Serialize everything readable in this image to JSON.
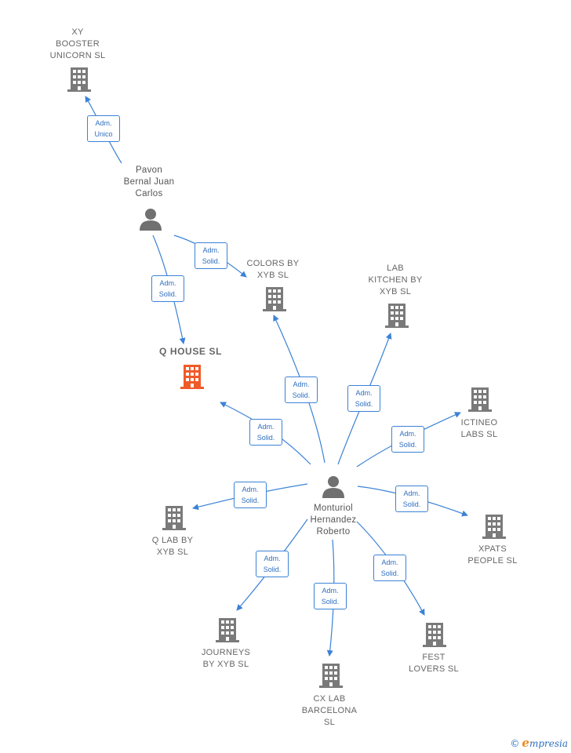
{
  "diagram": {
    "colors": {
      "edge": "#3b82d6",
      "building": "#7a7a7a",
      "building_main": "#f05a28",
      "person": "#707070"
    },
    "nodes": [
      {
        "id": "xy_booster",
        "type": "company",
        "label": "XY\nBOOSTER\nUNICORN  SL"
      },
      {
        "id": "pavon",
        "type": "person",
        "label": "Pavon\nBernal Juan\nCarlos"
      },
      {
        "id": "q_house",
        "type": "company_main",
        "label": "Q HOUSE  SL"
      },
      {
        "id": "colors_by_xyb",
        "type": "company",
        "label": "COLORS BY\nXYB  SL"
      },
      {
        "id": "lab_kitchen",
        "type": "company",
        "label": "LAB\nKITCHEN BY\nXYB  SL"
      },
      {
        "id": "ictineo",
        "type": "company",
        "label": "ICTINEO\nLABS  SL"
      },
      {
        "id": "monturiol",
        "type": "person",
        "label": "Monturiol\nHernandez\nRoberto"
      },
      {
        "id": "q_lab",
        "type": "company",
        "label": "Q LAB BY\nXYB  SL"
      },
      {
        "id": "xpats",
        "type": "company",
        "label": "XPATS\nPEOPLE  SL"
      },
      {
        "id": "journeys",
        "type": "company",
        "label": "JOURNEYS\nBY XYB  SL"
      },
      {
        "id": "cx_lab",
        "type": "company",
        "label": "CX LAB\nBARCELONA\nSL"
      },
      {
        "id": "fest_lovers",
        "type": "company",
        "label": "FEST\nLOVERS  SL"
      }
    ],
    "edges": [
      {
        "from": "pavon",
        "to": "xy_booster",
        "label": "Adm.\nUnico"
      },
      {
        "from": "pavon",
        "to": "colors_by_xyb",
        "label": "Adm.\nSolid."
      },
      {
        "from": "pavon",
        "to": "q_house",
        "label": "Adm.\nSolid."
      },
      {
        "from": "monturiol",
        "to": "colors_by_xyb",
        "label": "Adm.\nSolid."
      },
      {
        "from": "monturiol",
        "to": "lab_kitchen",
        "label": "Adm.\nSolid."
      },
      {
        "from": "monturiol",
        "to": "q_house",
        "label": "Adm.\nSolid."
      },
      {
        "from": "monturiol",
        "to": "ictineo",
        "label": "Adm.\nSolid."
      },
      {
        "from": "monturiol",
        "to": "q_lab",
        "label": "Adm.\nSolid."
      },
      {
        "from": "monturiol",
        "to": "xpats",
        "label": "Adm.\nSolid."
      },
      {
        "from": "monturiol",
        "to": "journeys",
        "label": "Adm.\nSolid."
      },
      {
        "from": "monturiol",
        "to": "cx_lab",
        "label": "Adm.\nSolid."
      },
      {
        "from": "monturiol",
        "to": "fest_lovers",
        "label": "Adm.\nSolid."
      }
    ]
  },
  "footer": {
    "copyright": "©",
    "brand_initial": "e",
    "brand_rest": "mpresia"
  }
}
